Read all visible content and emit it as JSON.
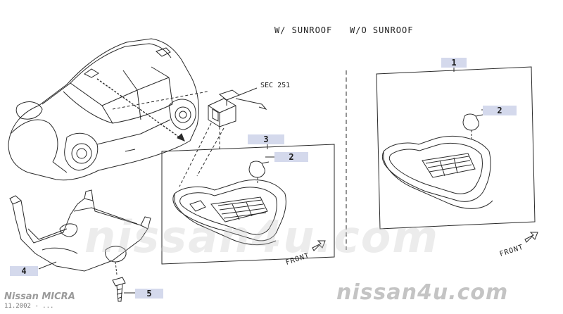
{
  "header": {
    "with_sunroof": "W/ SUNROOF",
    "without_sunroof": "W/O SUNROOF"
  },
  "reference": {
    "sec": "SEC 251"
  },
  "callouts": {
    "p1": "1",
    "p2_right": "2",
    "p2_left": "2",
    "p3": "3",
    "p4": "4",
    "p5": "5"
  },
  "direction": {
    "front_left": "FRONT",
    "front_right": "FRONT"
  },
  "watermark": {
    "site": "nissan4u.com",
    "faint": "nissan4u.com"
  },
  "footer": {
    "model": "Nissan MICRA",
    "date": "11.2002 - ..."
  },
  "icons": {
    "arrow": "front-arrow-icon",
    "bulb": "bulb-icon",
    "screw": "screw-icon"
  }
}
